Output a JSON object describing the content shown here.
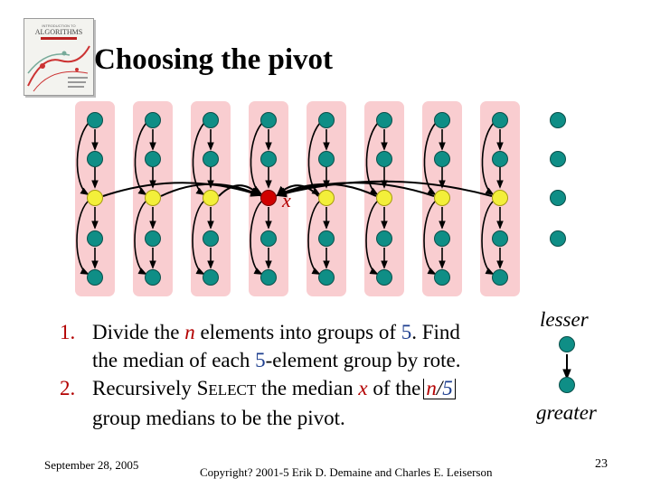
{
  "slide": {
    "title": "Choosing the pivot",
    "pivot_label": "x",
    "list": [
      {
        "number": "1.",
        "text_1": "Divide the ",
        "var_n": "n",
        "text_2": " elements into groups of ",
        "num_5": "5",
        "text_3": ". Find",
        "line2_1": "the median of each ",
        "line2_num": "5",
        "line2_2": "-element group by rote."
      },
      {
        "number": "2.",
        "text_1": "Recursively ",
        "select_first": "S",
        "select_rest": "ELECT",
        "text_2": " the median ",
        "var_x": "x",
        "text_3": " of the",
        "floor_n": "n",
        "floor_slash": "/",
        "floor_5": "5",
        "line2": "group medians to be the pivot."
      }
    ],
    "legend": {
      "top": "lesser",
      "bottom": "greater"
    }
  },
  "footer": {
    "date": "September 28, 2005",
    "copyright": "Copyright?   2001-5 Erik D. Demaine and Charles E. Leiserson",
    "page": "23"
  },
  "logo": {
    "text": "ALGORITHMS",
    "small_text": "INTRODUCTION TO"
  },
  "colors": {
    "group_bg": "#f9cdd0",
    "node_teal": "#0f8e86",
    "node_median": "#f3ef3a",
    "node_pivot": "#d00000",
    "accent_red": "#b30000",
    "accent_blue": "#1e3f8f"
  }
}
